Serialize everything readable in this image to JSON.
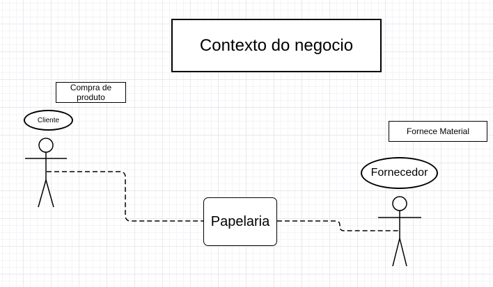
{
  "diagram": {
    "title": "Contexto do negocio",
    "actors": [
      {
        "name": "Cliente",
        "action_label": "Compra de produto"
      },
      {
        "name": "Fornecedor",
        "action_label": "Fornece Material"
      }
    ],
    "system": {
      "label": "Papelaria"
    },
    "connectors": [
      {
        "from": "Cliente",
        "to": "Papelaria",
        "style": "dashed"
      },
      {
        "from": "Papelaria",
        "to": "Fornecedor",
        "style": "dashed"
      }
    ],
    "colors": {
      "stroke": "#000000",
      "background": "#ffffff",
      "grid": "#e9e9ee"
    }
  }
}
